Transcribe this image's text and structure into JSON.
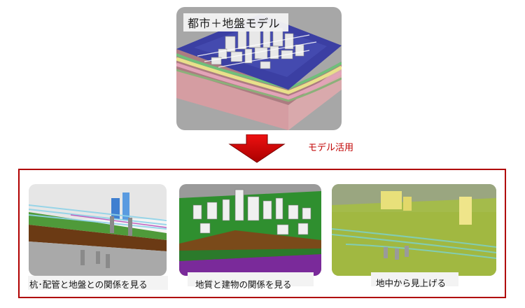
{
  "top_panel": {
    "title": "都市＋地盤モデル"
  },
  "arrow": {
    "label": "モデル活用"
  },
  "usage_panels": [
    {
      "caption": "杭･配管と地盤との関係を見る"
    },
    {
      "caption": "地質と建物の関係を見る"
    },
    {
      "caption": "地中から見上げる"
    }
  ],
  "colors": {
    "accent_red": "#c00000",
    "frame_red": "#b00000",
    "card_gray": "#a7a7a7"
  }
}
